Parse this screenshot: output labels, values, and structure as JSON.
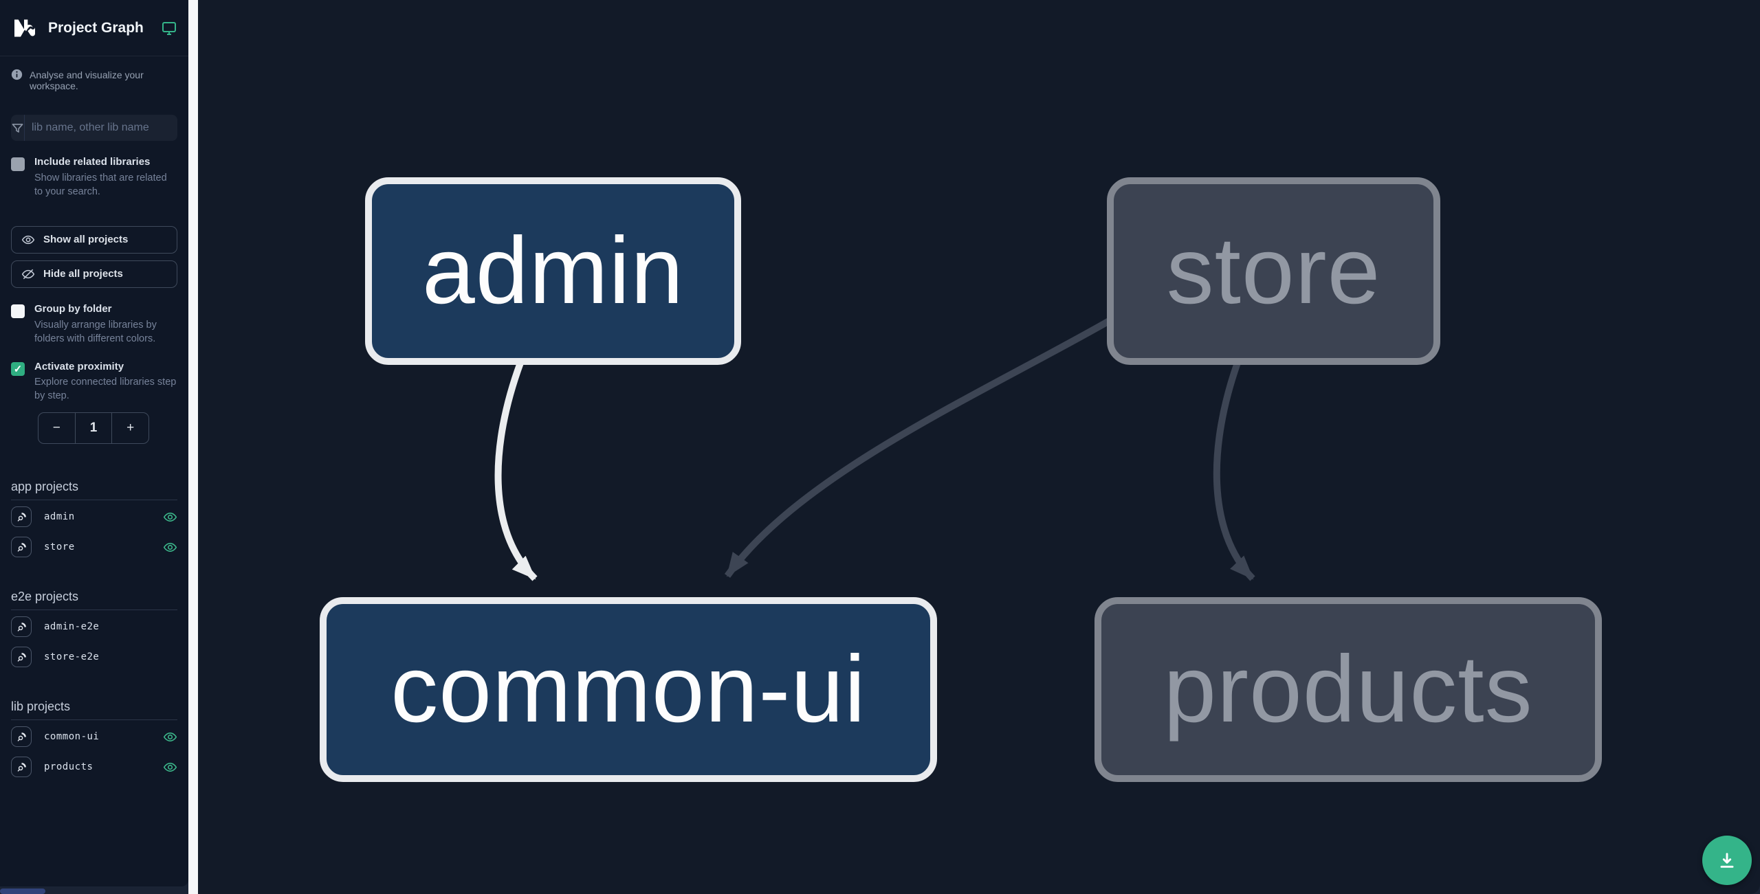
{
  "header": {
    "app_name": "Project Graph"
  },
  "sidebar": {
    "tagline": "Analyse and visualize your workspace.",
    "filter": {
      "placeholder": "lib name, other lib name"
    },
    "include_related": {
      "label": "Include related libraries",
      "description": "Show libraries that are related to your search.",
      "checked": false
    },
    "actions": {
      "show_all": "Show all projects",
      "hide_all": "Hide all projects"
    },
    "group_by_folder": {
      "label": "Group by folder",
      "description": "Visually arrange libraries by folders with different colors.",
      "checked": false
    },
    "activate_proximity": {
      "label": "Activate proximity",
      "description": "Explore connected libraries step by step.",
      "checked": true,
      "decrement": "−",
      "value": "1",
      "increment": "+",
      "checkmark": "✓"
    },
    "sections": [
      {
        "title": "app projects",
        "items": [
          {
            "name": "admin",
            "visible": true
          },
          {
            "name": "store",
            "visible": true
          }
        ]
      },
      {
        "title": "e2e projects",
        "items": [
          {
            "name": "admin-e2e"
          },
          {
            "name": "store-e2e"
          }
        ]
      },
      {
        "title": "lib projects",
        "items": [
          {
            "name": "common-ui",
            "visible": true
          },
          {
            "name": "products",
            "visible": true
          }
        ]
      }
    ]
  },
  "graph": {
    "nodes": [
      {
        "id": "admin",
        "label": "admin",
        "type": "app",
        "state": "highlighted"
      },
      {
        "id": "store",
        "label": "store",
        "type": "app",
        "state": "dimmed"
      },
      {
        "id": "common-ui",
        "label": "common-ui",
        "type": "lib",
        "state": "highlighted"
      },
      {
        "id": "products",
        "label": "products",
        "type": "lib",
        "state": "dimmed"
      }
    ],
    "edges": [
      {
        "source": "admin",
        "target": "common-ui",
        "state": "highlighted"
      },
      {
        "source": "store",
        "target": "common-ui",
        "state": "dimmed"
      },
      {
        "source": "store",
        "target": "products",
        "state": "dimmed"
      }
    ]
  },
  "fab": {
    "action": "download-graph-image"
  },
  "colors": {
    "accent_teal": "#34b489",
    "node_highlight_fill": "#1c3a5c",
    "node_highlight_border": "#e9ebee",
    "node_dim_fill": "#3c4352",
    "node_dim_border": "#80858f",
    "edge_highlight": "#ebedef",
    "edge_dim": "#3d4554",
    "sidebar_bg": "#0f1726",
    "canvas_bg": "#121a28"
  }
}
